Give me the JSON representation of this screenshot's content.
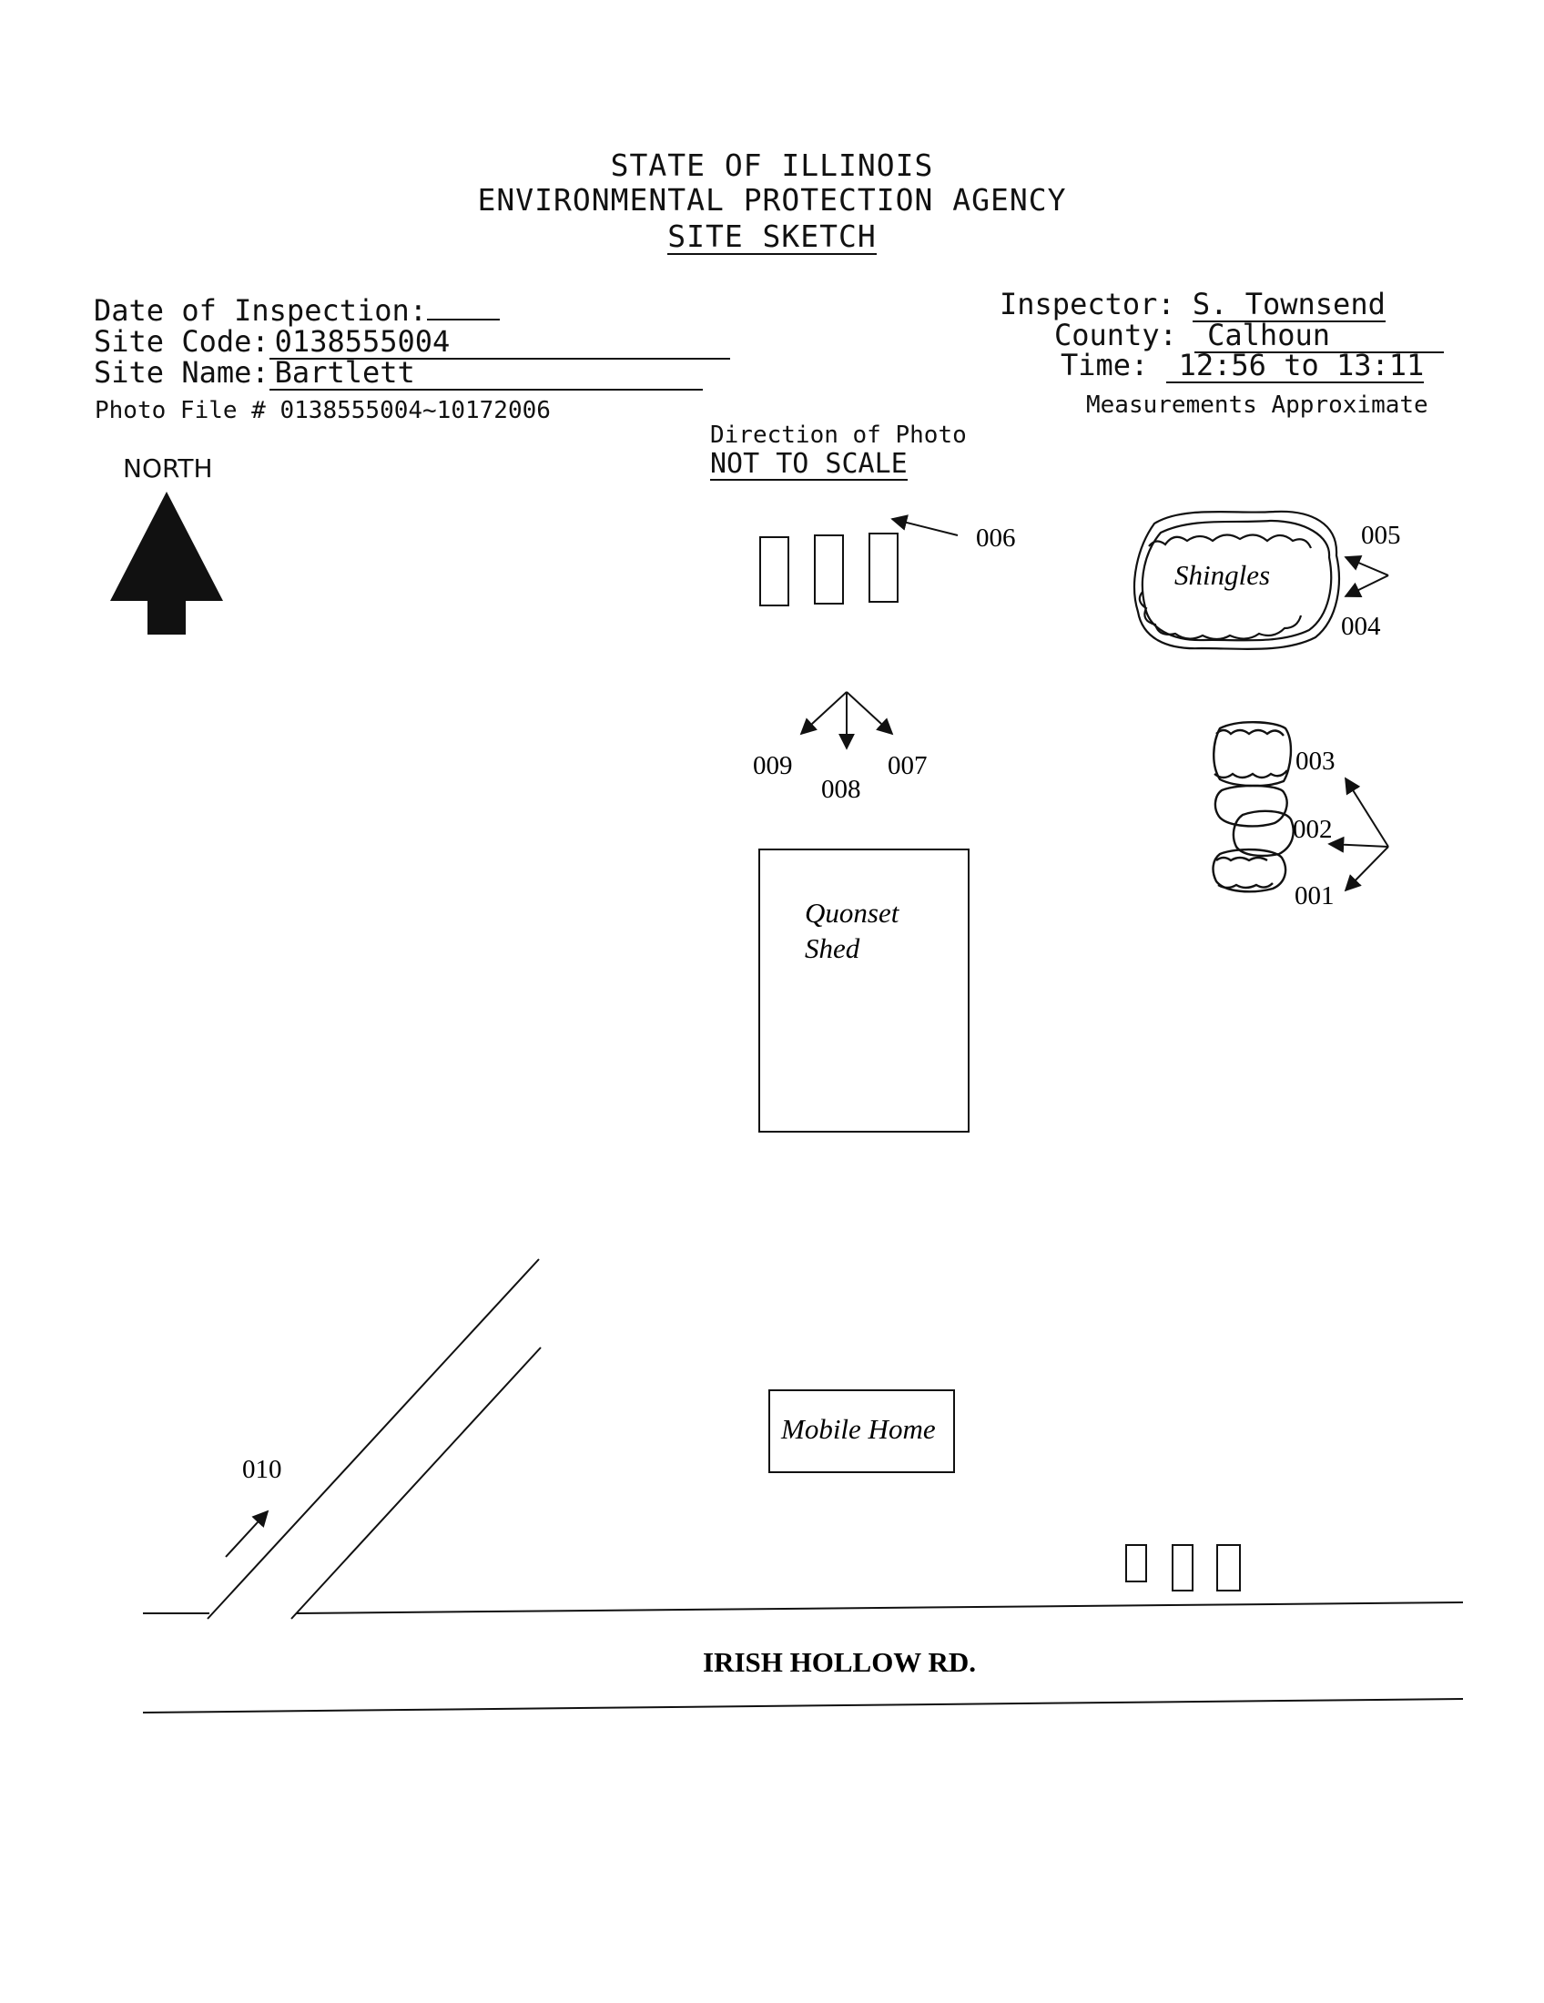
{
  "header": {
    "line1": "STATE OF ILLINOIS",
    "line2": "ENVIRONMENTAL PROTECTION AGENCY",
    "line3": "SITE SKETCH"
  },
  "fields_left": {
    "date_label": "Date of Inspection:",
    "date_value": "",
    "site_code_label": "Site Code:",
    "site_code_value": "0138555004",
    "site_name_label": "Site Name:",
    "site_name_value": "Bartlett",
    "photo_file_label": "Photo File #",
    "photo_file_value": "0138555004~10172006"
  },
  "fields_right": {
    "inspector_label": "Inspector:",
    "inspector_value": "S. Townsend",
    "county_label": "County:",
    "county_value": "Calhoun",
    "time_label": "Time:",
    "time_value": "12:56 to 13:11",
    "measurements_note": "Measurements Approximate"
  },
  "legend": {
    "direction_label": "Direction of Photo",
    "scale_note": "NOT TO SCALE",
    "north_label": "NORTH"
  },
  "sketch": {
    "shingles_label": "Shingles",
    "quonset_line1": "Quonset",
    "quonset_line2": "Shed",
    "mobile_home_label": "Mobile Home",
    "road_label": "IRISH HOLLOW RD.",
    "photo_points": [
      "001",
      "002",
      "003",
      "004",
      "005",
      "006",
      "007",
      "008",
      "009",
      "010"
    ]
  }
}
